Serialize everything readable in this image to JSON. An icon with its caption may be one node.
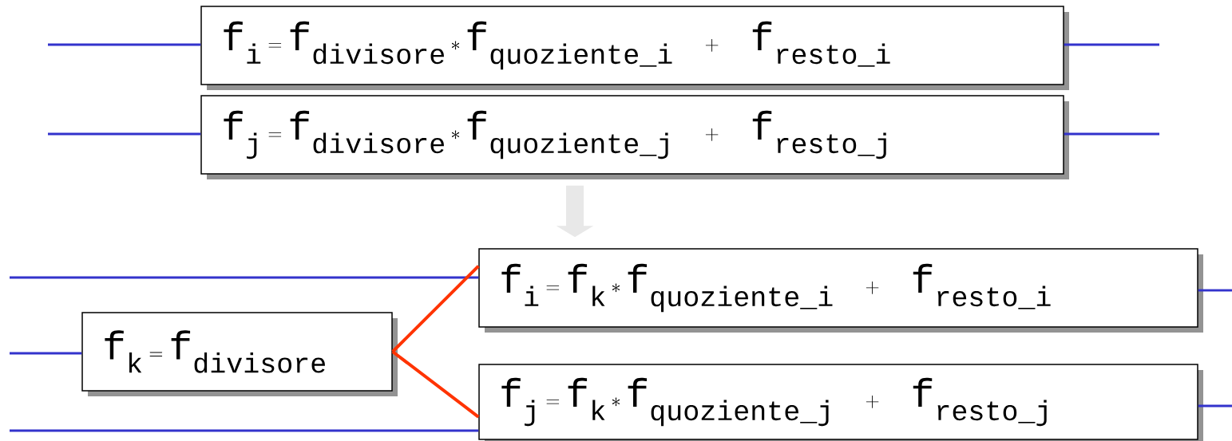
{
  "diagram": {
    "nodes": [
      {
        "text": [
          "\\mathtt{f_{i}=f_{divisore}*f_{quoziente\\text{\\ttfamily\\_}i}\\ \\ +\\ \\ f_{resto\\text{\\ttfamily\\_}i}}"
        ]
      },
      {
        "text": [
          "\\mathtt{f_{j}=f_{divisore}*f_{quoziente\\text{\\ttfamily\\_}j}\\ \\ +\\ \\ f_{resto\\text{\\ttfamily\\_}j}}"
        ]
      },
      {
        "text": [
          "\\mathtt{f_{k}=f_{divisore}}"
        ]
      },
      {
        "text": [
          "\\mathtt{f_{i}=f_{k}*f_{quoziente\\text{\\ttfamily\\_}i}\\ \\ +\\ \\ f_{resto\\text{\\ttfamily\\_}i}}"
        ]
      },
      {
        "text": [
          "\\mathtt{f_{j}=f_{k}*f_{quoziente\\text{\\ttfamily\\_}j}\\ \\ +\\ \\ f_{resto\\text{\\ttfamily\\_}j}}"
        ]
      }
    ],
    "edges": [
      {
        "from": null,
        "to": 0,
        "arrow": "none"
      },
      {
        "from": 0,
        "to": null,
        "arrow": "none"
      },
      {
        "from": null,
        "to": 1,
        "arrow": "none"
      },
      {
        "from": 1,
        "to": null,
        "arrow": "none"
      },
      {
        "from": 1,
        "to": 3,
        "arrow": "to",
        "style": "thick",
        "color": "#e8e8e8"
      },
      {
        "from": null,
        "to": 3,
        "arrow": "none"
      },
      {
        "from": null,
        "to": 2,
        "arrow": "none"
      },
      {
        "from": null,
        "to": 4,
        "arrow": "none"
      },
      {
        "from": 3,
        "to": null,
        "arrow": "none"
      },
      {
        "from": 4,
        "to": null,
        "arrow": "none"
      },
      {
        "from": 2,
        "to": 3,
        "arrow": "none",
        "color": "#ff3300"
      },
      {
        "from": 2,
        "to": 4,
        "arrow": "none",
        "color": "#ff3300"
      }
    ]
  }
}
